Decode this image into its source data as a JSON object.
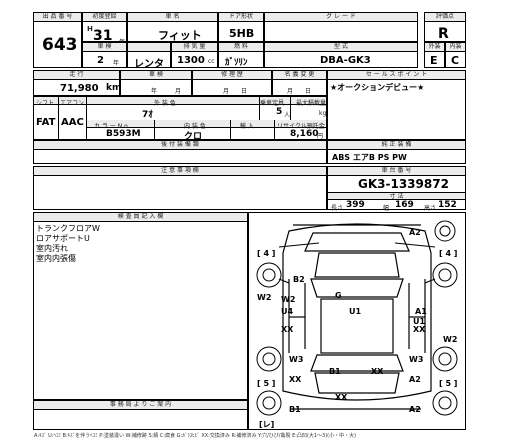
{
  "headers": {
    "lot_no": "出 品 番 号",
    "first_reg": "初度登録",
    "car_name": "車 名",
    "doors": "ドア形状",
    "grade": "グ レ ー ド",
    "score": "評価点",
    "inspection": "車 検",
    "displacement": "排 気 量",
    "fuel": "燃 料",
    "model": "型 式",
    "exterior": "外装",
    "interior": "内装",
    "mileage": "走 行",
    "capacity": "乗 車 定 員",
    "accident": "修 理 歴",
    "title": "名 義 変 更",
    "selling": "セ ー ル ス ポ イ ン ト",
    "shift": "シフト",
    "aircon": "エアコン",
    "ext_color": "外 装 色",
    "seating": "乗車定員",
    "max_load": "最大積載量",
    "color_no": "カ ラ ー N o .",
    "int_color": "内 装 色",
    "import": "輸 入",
    "recycle": "リサイクル預託金",
    "options": "純 正 装 備",
    "after": "後 付 装 備 類",
    "remarks": "注 意 事 項 欄",
    "chassis": "車 台 番 号",
    "dims": "寸 法",
    "inspector": "検 査 員 記 入 欄",
    "office": "事 務 局 よ り ご 案 内"
  },
  "vehicle": {
    "lot_no": "643",
    "era_mark": "H",
    "year": "31",
    "year_unit": "年",
    "car_name": "フィット",
    "doors": "5HB",
    "grade": "",
    "score": "R",
    "inspection_value": "2",
    "inspection_unit": "年",
    "usage": "レンタ",
    "displacement": "1300",
    "displacement_unit": "cc",
    "fuel": "ｶﾞｿﾘﾝ",
    "model": "DBA-GK3",
    "exterior": "E",
    "interior": "C",
    "mileage": "71,980",
    "mileage_unit": "km",
    "year_month_1": "年　　　月",
    "year_month_2": "月　　日",
    "year_month_3": "月　　日",
    "selling_point": "★オークションデビュー★",
    "shift": "FAT",
    "aircon": "AAC",
    "doors_count": "7ｵ",
    "seating": "5",
    "seating_unit": "人",
    "max_load_unit": "kg",
    "color_no": "B593M",
    "int_color": "クロ",
    "import_label": "輸　　入",
    "recycle": "8,160",
    "recycle_unit": "円",
    "options": "ABS エアB PS PW",
    "chassis": "GK3-1339872",
    "length_label": "長さ",
    "length": "399",
    "width_label": "幅",
    "width": "169",
    "height_label": "高さ",
    "height": "152"
  },
  "inspector_notes": [
    "トランクフロアW",
    "ロアサポートU",
    "室内汚れ",
    "室内内張傷"
  ],
  "diagram_labels": [
    {
      "name": "a2-top-right",
      "text": "A2"
    },
    {
      "name": "four-left",
      "text": "[ 4 ]"
    },
    {
      "name": "four-right",
      "text": "[ 4 ]"
    },
    {
      "name": "b2",
      "text": "B2"
    },
    {
      "name": "g",
      "text": "G"
    },
    {
      "name": "w2-left-outer",
      "text": "W2"
    },
    {
      "name": "w2-left-inner",
      "text": "W2"
    },
    {
      "name": "u4",
      "text": "U4"
    },
    {
      "name": "u1-center",
      "text": "U1"
    },
    {
      "name": "a1-right",
      "text": "A1"
    },
    {
      "name": "u1-right",
      "text": "U1"
    },
    {
      "name": "xx-left-1",
      "text": "XX"
    },
    {
      "name": "xx-right-1",
      "text": "XX"
    },
    {
      "name": "w2-right",
      "text": "W2"
    },
    {
      "name": "w3-left",
      "text": "W3"
    },
    {
      "name": "w3-right",
      "text": "W3"
    },
    {
      "name": "xx-left-2",
      "text": "XX"
    },
    {
      "name": "b1-mid",
      "text": "B1"
    },
    {
      "name": "xx-mid",
      "text": "XX"
    },
    {
      "name": "a2-bottom",
      "text": "A2"
    },
    {
      "name": "five-left",
      "text": "[ 5 ]"
    },
    {
      "name": "five-right",
      "text": "[ 5 ]"
    },
    {
      "name": "xx-bottom",
      "text": "XX"
    },
    {
      "name": "b1-bottom",
      "text": "B1"
    },
    {
      "name": "a2-bottom-right",
      "text": "A2"
    },
    {
      "name": "reji",
      "text": "[レ]"
    }
  ],
  "legend": "A:ｷｽﾞ U:ﾍｺﾐ B:ｷｽﾞを伴うﾍｺﾐ P:塗装違い W:補修跡 S:錆 C:腐食 G:ｶﾞﾗｽﾋﾋﾞ XX:交換済み R:補修済み Y:穴/ひび/亀裂 E:凸凹(大1〜3)(小・中・大)"
}
